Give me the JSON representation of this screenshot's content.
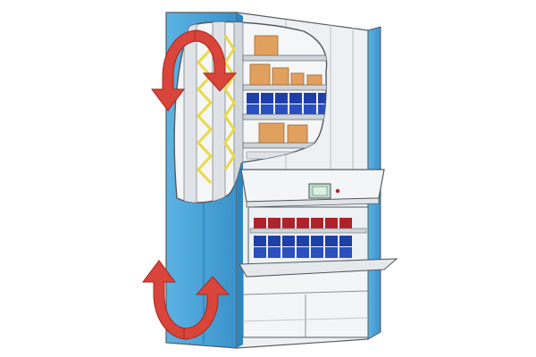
{
  "image": {
    "subject": "vertical-lift-storage-module",
    "text": ""
  },
  "colors": {
    "background": "#ffffff",
    "cabinet_blue": "#4aa3d6",
    "cabinet_blue_dark": "#2f86bf",
    "frame_gray": "#e9ecef",
    "outline": "#555a60",
    "tray_gray": "#cfd4d9",
    "arrow_red": "#d9453a",
    "arrow_red_dark": "#a8261f",
    "bin_blue": "#1f3fa8",
    "bin_red": "#b0222b",
    "box_orange": "#e2a05f",
    "chain_yellow": "#e8d94a",
    "screen_green": "#bfe3d0"
  },
  "icons": {
    "rotation_arrows": [
      "curved-arrow-top-left",
      "curved-arrow-top-right",
      "curved-arrow-bottom-left",
      "curved-arrow-bottom-right"
    ]
  }
}
